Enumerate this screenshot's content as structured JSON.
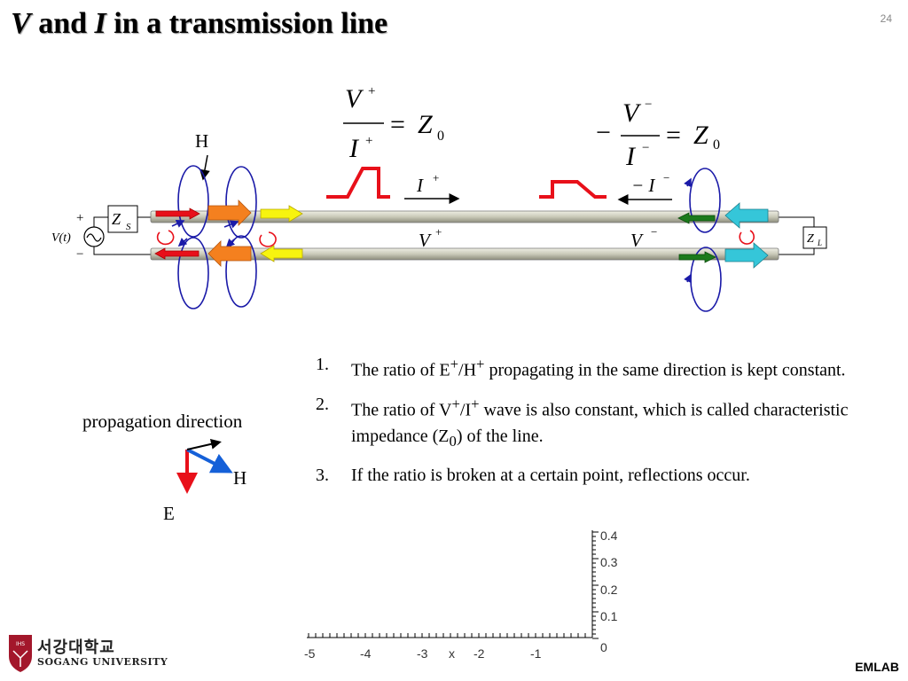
{
  "slide": {
    "title_v": "V",
    "title_and": " and ",
    "title_i": "I",
    "title_rest": " in a transmission line",
    "page_number": "24"
  },
  "diagram": {
    "eq_forward": {
      "num": "V",
      "num_sup": "+",
      "den": "I",
      "den_sup": "+",
      "eq": "=",
      "rhs": "Z",
      "rhs_sub": "0"
    },
    "eq_backward": {
      "minus": "−",
      "num": "V",
      "num_sup": "−",
      "den": "I",
      "den_sup": "−",
      "eq": "=",
      "rhs": "Z",
      "rhs_sub": "0"
    },
    "h_label": "H",
    "i_forward": "I",
    "i_forward_sup": "+",
    "i_backward": "− I",
    "i_backward_sup": "−",
    "v_forward": "V",
    "v_forward_sup": "+",
    "v_backward": "V",
    "v_backward_sup": "−",
    "source_plus": "+",
    "source_minus": "−",
    "source_label": "V(t)",
    "zs": "Z",
    "zs_sub": "S",
    "zl": "Z",
    "zl_sub": "L",
    "colors": {
      "red": "#e8101a",
      "orange": "#f4801f",
      "yellow": "#f7f40f",
      "cyan": "#35c6d9",
      "green": "#1b7a1b",
      "loop": "#1a1aa8",
      "line": "#cfcfc0"
    }
  },
  "points": [
    {
      "num": "1.",
      "pre": "The ratio of  E",
      "sup1": "+",
      "mid": "/H",
      "sup2": "+",
      "post": " propagating in the same direction is kept constant."
    },
    {
      "num": "2.",
      "pre": "The ratio of  V",
      "sup1": "+",
      "mid": "/I",
      "sup2": "+",
      "post": " wave is also constant, which is called characteristic impedance (Z",
      "sub": "0",
      "end": ") of the line."
    },
    {
      "num": "3.",
      "text": "If the ratio is broken at a certain point, reflections occur."
    }
  ],
  "legend": {
    "propagation": "propagation direction",
    "h": "H",
    "e": "E"
  },
  "axis": {
    "x_ticks": [
      "-5",
      "-4",
      "-3",
      "x",
      "-2",
      "-1",
      "0"
    ],
    "y_ticks": [
      "0.4",
      "0.3",
      "0.2",
      "0.1"
    ]
  },
  "footer": {
    "logo_ko": "서강대학교",
    "logo_en": "SOGANG UNIVERSITY",
    "logo_badge": "IHS",
    "lab": "EMLAB"
  }
}
